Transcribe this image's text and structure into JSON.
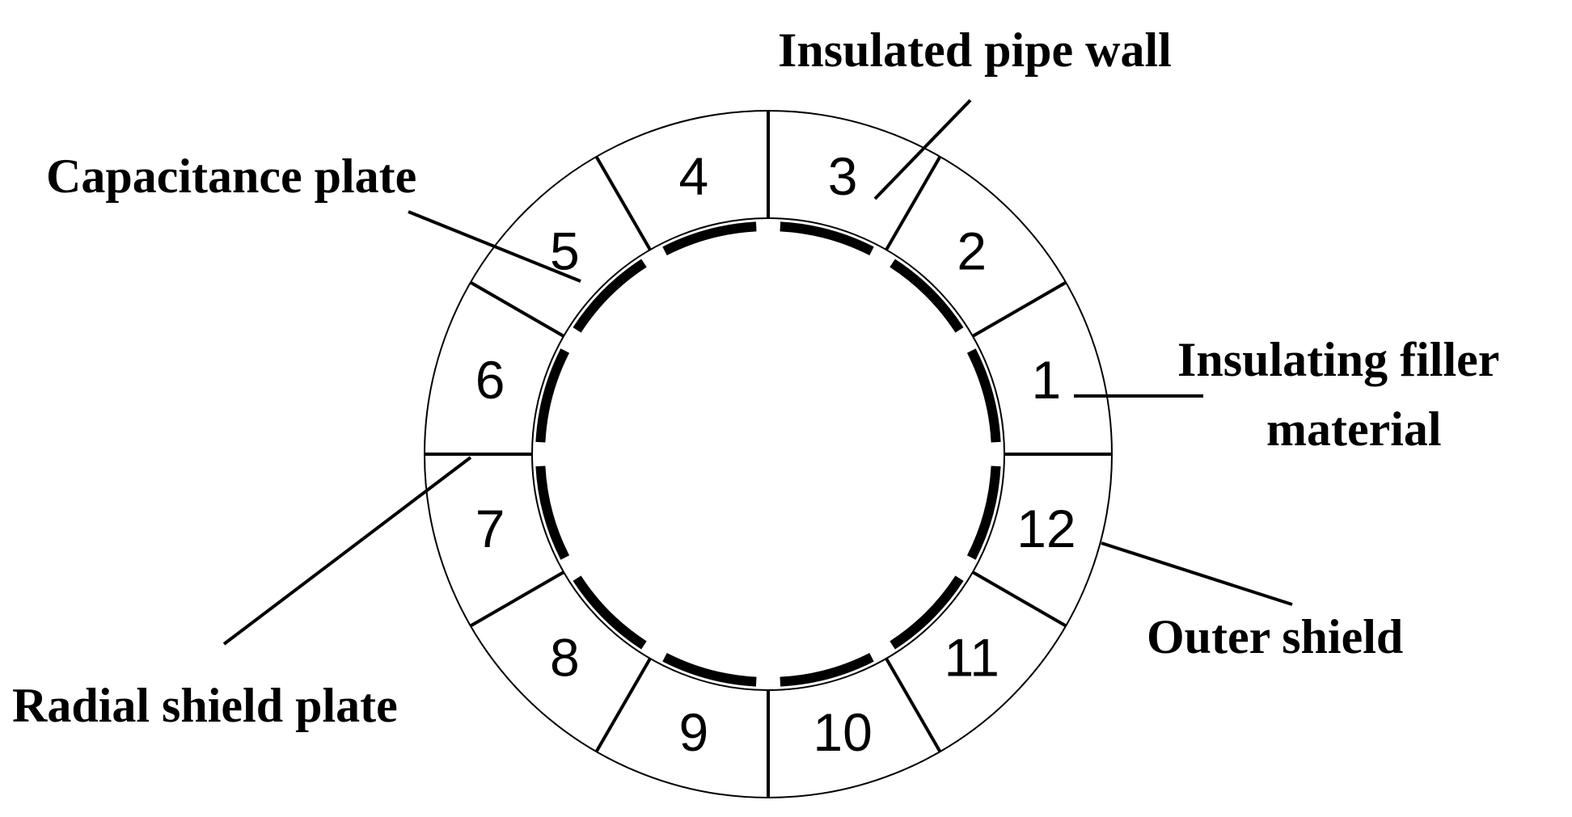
{
  "labels": {
    "insulated_pipe_wall": "Insulated pipe wall",
    "capacitance_plate": "Capacitance plate",
    "insulating_filler_line1": "Insulating filler",
    "insulating_filler_line2": "material",
    "outer_shield": "Outer shield",
    "radial_shield_plate": "Radial shield plate"
  },
  "segments": [
    "1",
    "2",
    "3",
    "4",
    "5",
    "6",
    "7",
    "8",
    "9",
    "10",
    "11",
    "12"
  ],
  "colors": {
    "line": "#000000",
    "background": "#ffffff"
  }
}
